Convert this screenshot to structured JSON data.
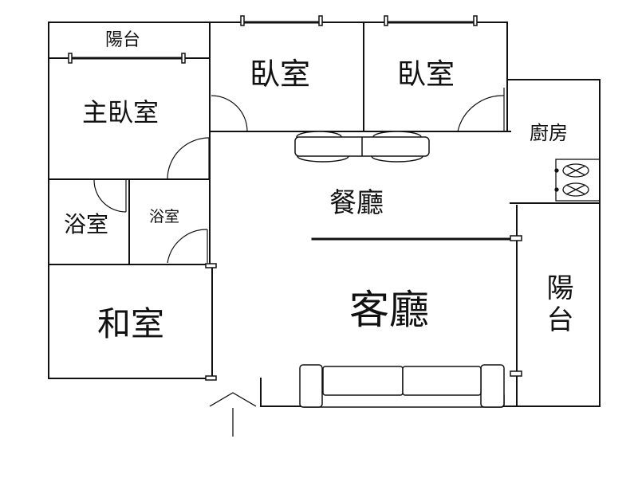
{
  "rooms": {
    "top_balcony": "陽台",
    "bedroom_a": "臥室",
    "bedroom_b": "臥室",
    "master_bedroom": "主臥室",
    "kitchen": "廚房",
    "dining_room": "餐廳",
    "bathroom_a": "浴室",
    "bathroom_b": "浴室",
    "tatami_room": "和室",
    "living_room": "客廳",
    "right_balcony": "陽台"
  },
  "colors": {
    "wall": "#111111",
    "background": "#ffffff",
    "furniture_fill": "#ffffff"
  },
  "icons": [
    "sofa-icon",
    "dining-table-icon",
    "stove-icon",
    "entrance-arrow-icon"
  ]
}
